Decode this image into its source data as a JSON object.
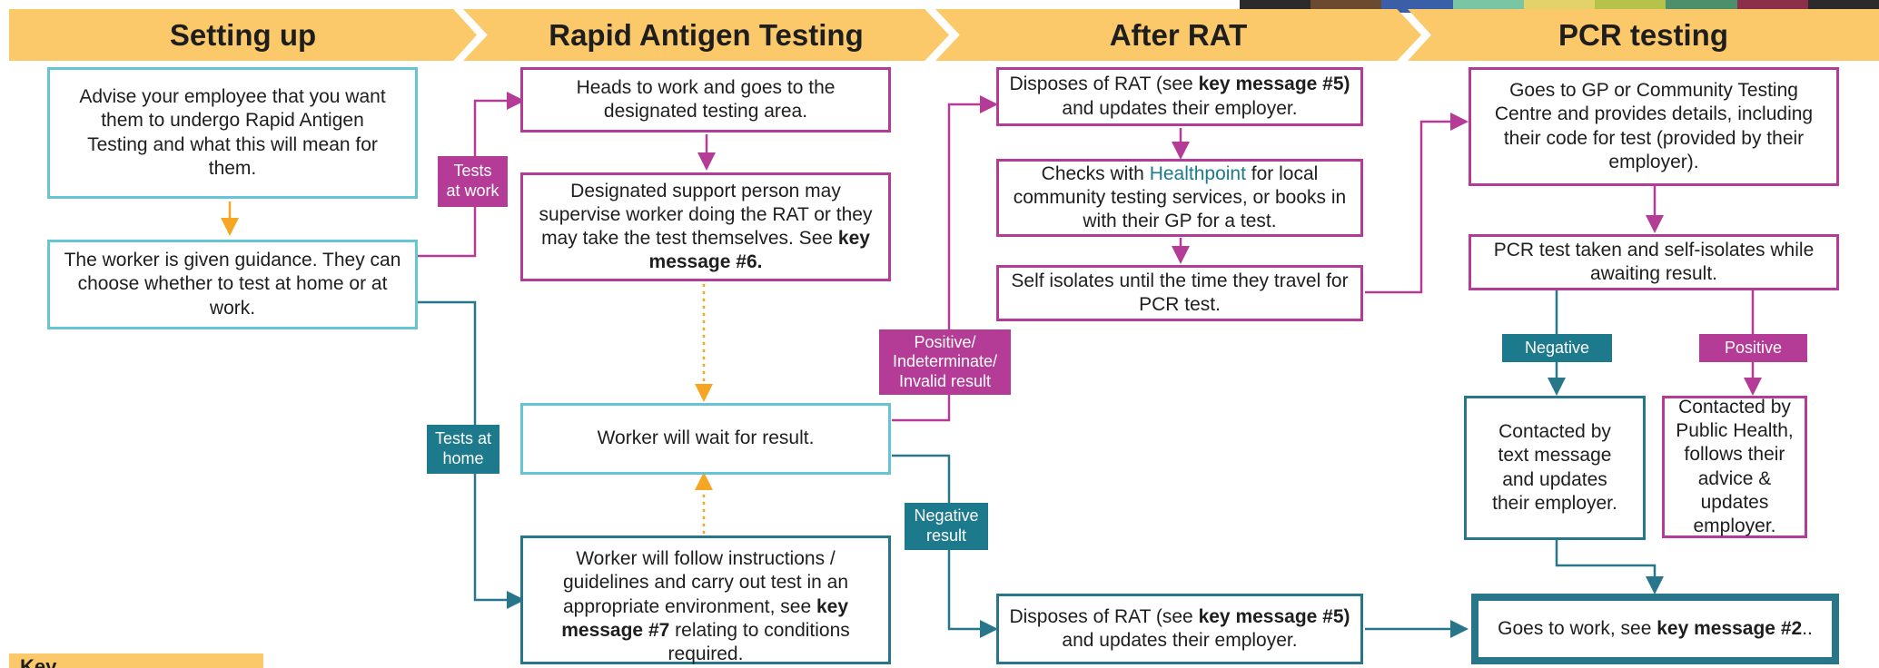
{
  "headers": [
    "Setting up",
    "Rapid Antigen Testing",
    "After RAT",
    "PCR testing"
  ],
  "setup": {
    "advise": "Advise your employee that you want them to undergo Rapid Antigen Testing and what this will mean for them.",
    "guidance": "The worker is given guidance. They can choose whether to test at home or at work."
  },
  "rat": {
    "heads": "Heads to work and goes to the designated testing area.",
    "support_pre": "Designated support person may supervise worker doing the RAT or they may take the test themselves. See ",
    "support_key": "key message #6.",
    "wait": "Worker will wait for result.",
    "follow_pre": "Worker will follow instructions / guidelines and carry out test in an appropriate environment, see ",
    "follow_key": "key message #7",
    "follow_post": " relating to conditions required."
  },
  "after": {
    "dispose_pre": "Disposes of RAT (see ",
    "dispose_key": "key message #5)",
    "dispose_post": " and updates their employer.",
    "checks_pre": "Checks with ",
    "checks_link": "Healthpoint",
    "checks_post": " for local community testing services, or books in with their GP for a test.",
    "isolate": "Self isolates until the time they travel for PCR test.",
    "dispose2_pre": "Disposes of RAT (see ",
    "dispose2_key": "key message #5)",
    "dispose2_post": " and updates their employer."
  },
  "pcr": {
    "gp": "Goes to GP or Community Testing Centre and provides details, including their code for test (provided by their employer).",
    "taken": "PCR test taken and self-isolates while awaiting result.",
    "text_msg": "Contacted by text message and updates their employer.",
    "public_health": "Contacted by Public Health, follows their advice & updates employer.",
    "work_pre": "Goes to work, see ",
    "work_key": "key message #2",
    "work_post": ".."
  },
  "tags": {
    "tests_at_work": "Tests at work",
    "tests_at_home": "Tests at home",
    "positive_result": "Positive/ Indeterminate/ Invalid result",
    "negative_result": "Negative result",
    "negative": "Negative",
    "positive": "Positive"
  },
  "key_title": "Key",
  "colors": {
    "header": "#fbc96a",
    "teal": "#27768a",
    "magenta": "#b53c96",
    "cyan": "#66c5d3",
    "orange": "#f5a623"
  }
}
